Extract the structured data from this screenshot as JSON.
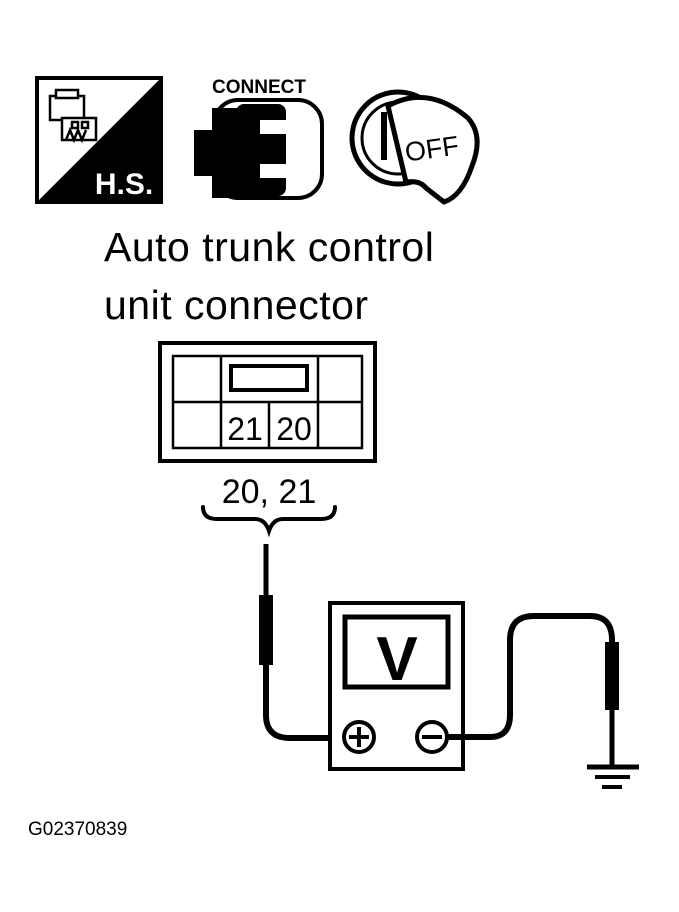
{
  "icons": {
    "hs_icon_name": "harness-connector-icon",
    "hs_label": "H.S.",
    "connect_label": "CONNECT",
    "connect_icon_name": "connector-plug-icon",
    "ignition_label": "OFF",
    "ignition_icon_name": "ignition-key-icon"
  },
  "title": {
    "line1": "Auto trunk control",
    "line2": "unit connector"
  },
  "connector": {
    "terminals": [
      "21",
      "20"
    ],
    "callout": "20, 21"
  },
  "meter": {
    "display": "V",
    "positive_icon_name": "plus-terminal-icon",
    "negative_icon_name": "minus-terminal-icon"
  },
  "ground_icon_name": "ground-icon",
  "figure_id": "G02370839",
  "colors": {
    "ink": "#000000",
    "paper": "#ffffff"
  }
}
